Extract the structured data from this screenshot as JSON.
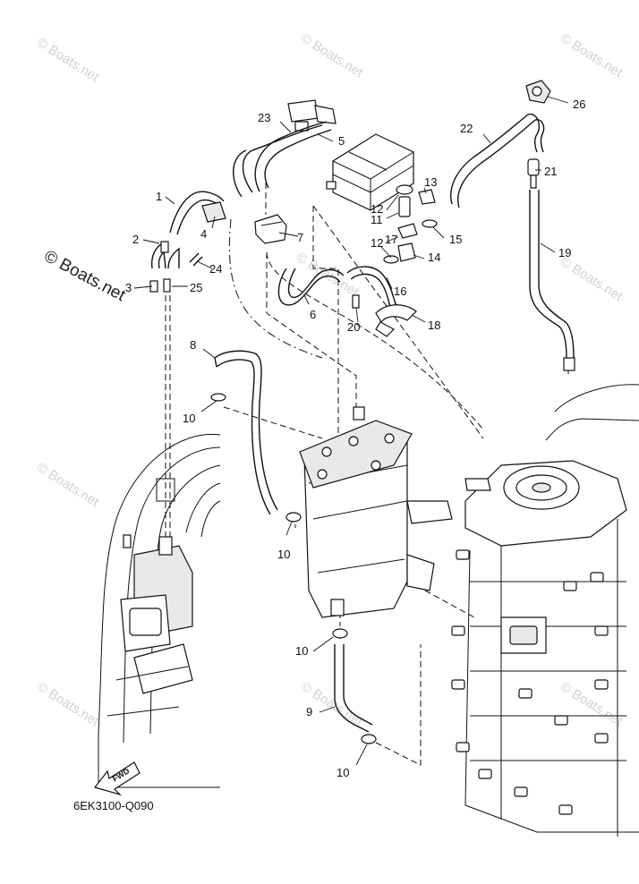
{
  "diagram": {
    "code": "6EK3100-Q090",
    "fwd_label": "FWD",
    "watermarks": {
      "small": "© Boats.net",
      "large": "© Boats.net"
    },
    "callouts": {
      "c1": "1",
      "c2": "2",
      "c3": "3",
      "c4": "4",
      "c5": "5",
      "c6": "6",
      "c7": "7",
      "c8": "8",
      "c9": "9",
      "c10a": "10",
      "c10b": "10",
      "c10c": "10",
      "c10d": "10",
      "c11": "11",
      "c12a": "12",
      "c12b": "12",
      "c13": "13",
      "c14": "14",
      "c15": "15",
      "c16": "16",
      "c17": "17",
      "c18": "18",
      "c19": "19",
      "c20": "20",
      "c21": "21",
      "c22": "22",
      "c23": "23",
      "c24": "24",
      "c25": "25",
      "c26": "26"
    }
  }
}
